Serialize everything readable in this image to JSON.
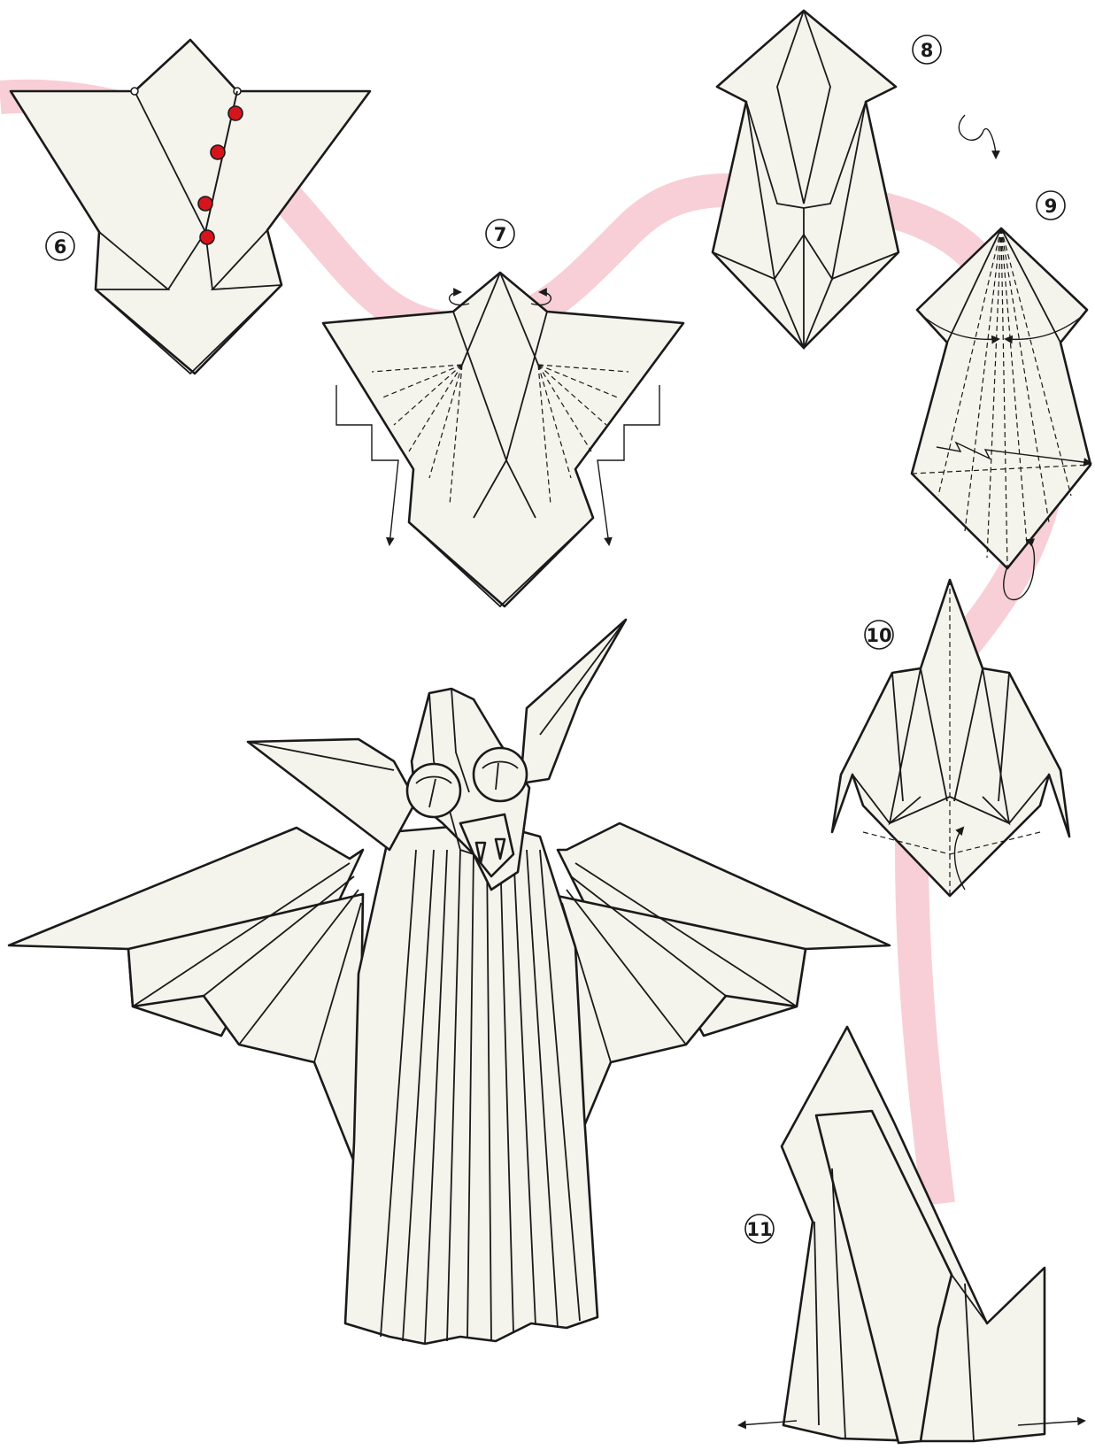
{
  "colors": {
    "paper": "#f4f3ec",
    "outline": "#1a1a1a",
    "path_ribbon": "#f8cfd6",
    "marker": "#d6141c"
  },
  "steps": [
    {
      "label": "6"
    },
    {
      "label": "7"
    },
    {
      "label": "8"
    },
    {
      "label": "9"
    },
    {
      "label": "10"
    },
    {
      "label": "11"
    }
  ]
}
